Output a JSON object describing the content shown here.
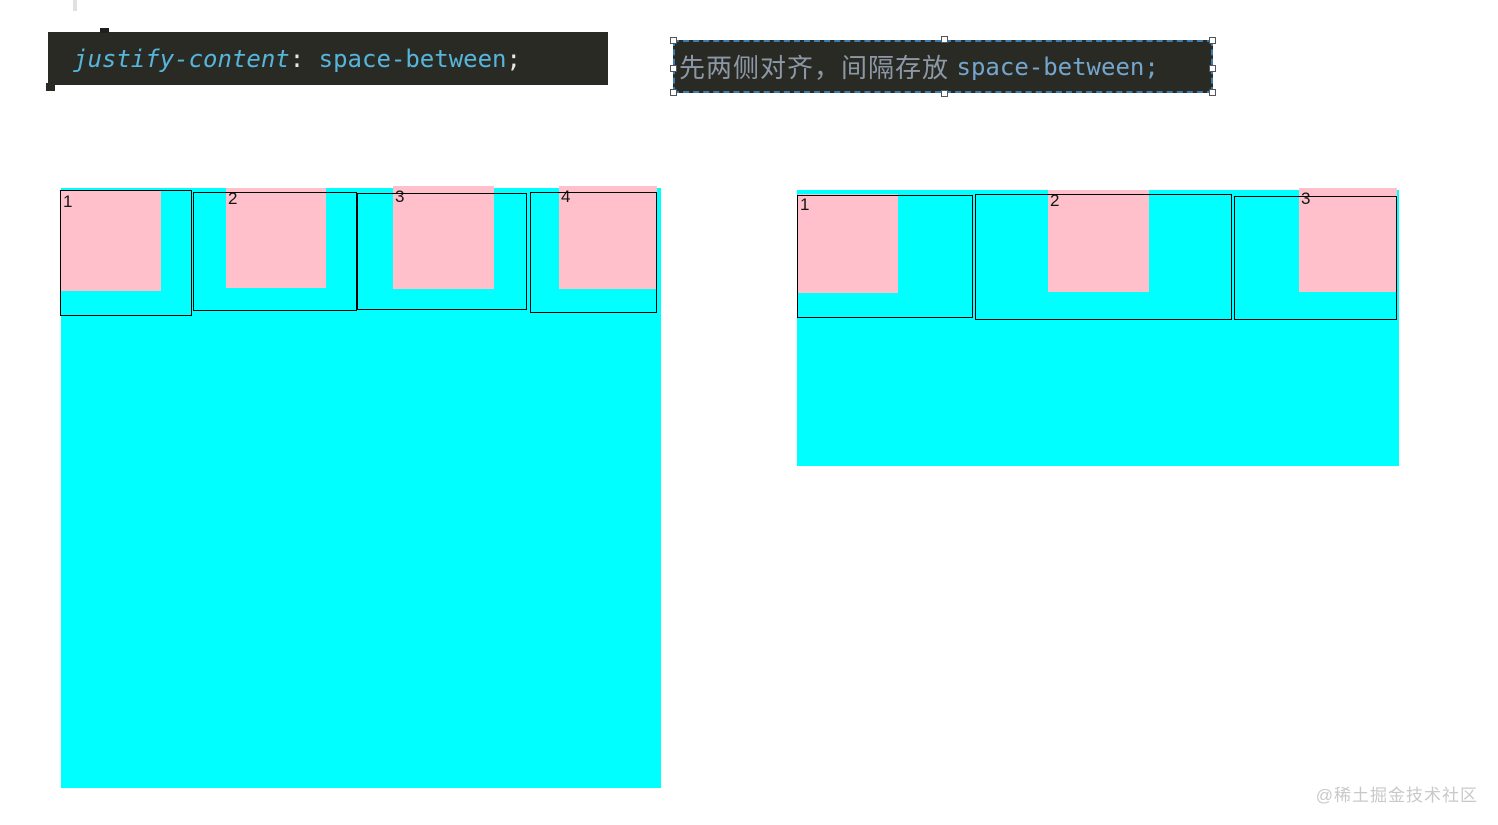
{
  "code_block": {
    "property": "justify-content",
    "colon": ":",
    "value": " space-between",
    "semicolon": ";"
  },
  "note_box": {
    "text_cn": "先两侧对齐，间隔存放 ",
    "text_code": "space-between;"
  },
  "demo_left": {
    "items": [
      {
        "label": "1"
      },
      {
        "label": "2"
      },
      {
        "label": "3"
      },
      {
        "label": "4"
      }
    ]
  },
  "demo_right": {
    "items": [
      {
        "label": "1"
      },
      {
        "label": "2"
      },
      {
        "label": "3"
      }
    ]
  },
  "watermark": "@稀土掘金技术社区",
  "colors": {
    "container": "#00ffff",
    "item": "#ffc0cb",
    "code_bg": "#2a2a25",
    "code_accent": "#55b5da",
    "code_punct": "#e8e8e8",
    "note_text": "#8d98a6",
    "note_code": "#74a5cc",
    "sel": "#3b7cb0",
    "watermark": "#c9c9c9"
  }
}
